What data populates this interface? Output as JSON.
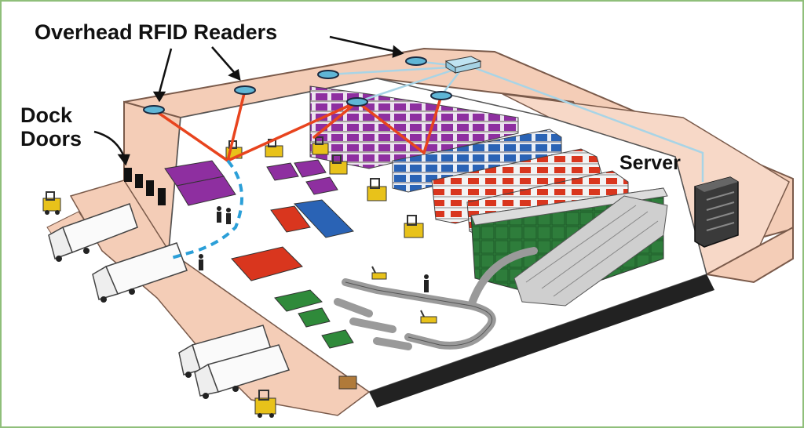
{
  "labels": {
    "overhead_readers": "Overhead RFID Readers",
    "dock_line1": "Dock",
    "dock_line2": "Doors",
    "server": "Server"
  },
  "colors": {
    "wall": "#f4cdb7",
    "wall_stroke": "#7a5a4a",
    "floor": "#ffffff",
    "rfid_link": "#e8441e",
    "network_link": "#a8d4e6",
    "wireless_path": "#2b9fd8",
    "pallet_purple": "#8e2fa0",
    "pallet_blue": "#2a63b5",
    "pallet_red": "#d9361e",
    "pallet_green": "#2f8a3a",
    "rack_green": "#2e7d3b",
    "forklift": "#e8c21a",
    "server_body": "#3a3a3a"
  },
  "icons": [
    "rfid-reader-icon",
    "server-icon",
    "forklift-icon",
    "truck-icon",
    "worker-icon",
    "pallet-icon",
    "conveyor-icon"
  ]
}
